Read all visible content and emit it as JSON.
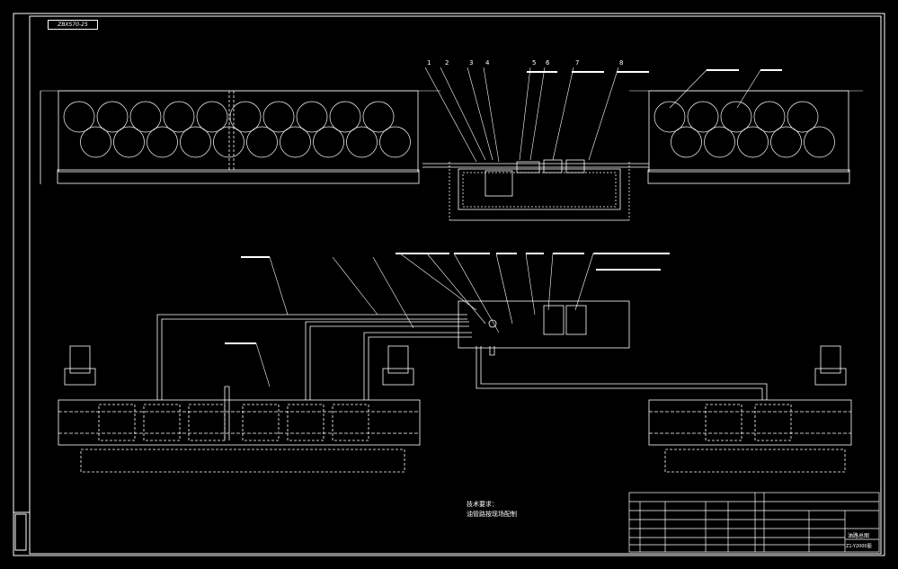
{
  "drawing": {
    "sheet_tag": "ZBXS70-25",
    "callouts": [
      "1",
      "2",
      "3",
      "4",
      "5",
      "6",
      "7",
      "8"
    ],
    "technical_requirements_title": "技术要求：",
    "technical_requirements_line1": "油管路按现场配制",
    "title_block": {
      "drawing_name": "油路总图",
      "drawing_number": "Z1-Y2000图"
    }
  }
}
